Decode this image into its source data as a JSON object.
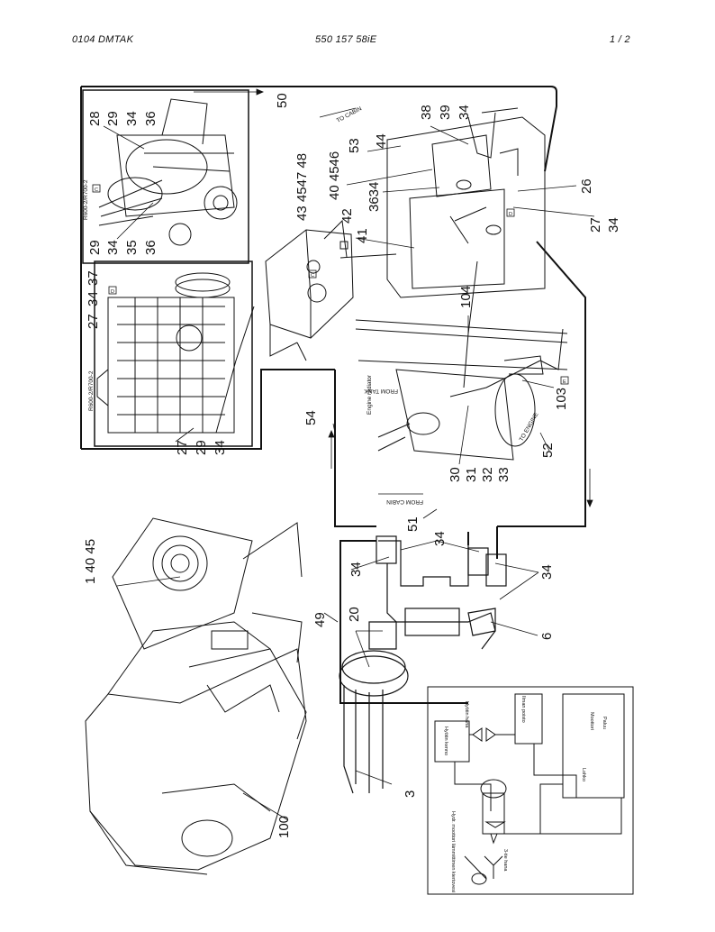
{
  "header": {
    "left": "0104  DMTAK",
    "center": "550 157 58iE",
    "right": "1 /  2"
  },
  "callouts": {
    "c50": "50",
    "c28": "28",
    "c29a": "29",
    "c34a": "34",
    "c36a": "36",
    "c38": "38",
    "c39": "39",
    "c34b": "34",
    "c53": "53",
    "c44": "44",
    "c434547": "43 4547 48",
    "c404546": "40 4546",
    "c3634": "3634",
    "c42": "42",
    "c41": "41",
    "c26": "26",
    "c27a": "27",
    "c34c": "34",
    "c29b": "29",
    "c34d": "34",
    "c35": "35",
    "c36b": "36",
    "c27b": "27",
    "c34e": "34",
    "c37": "37",
    "c104": "104",
    "c103": "103",
    "c54": "54",
    "c27c": "27",
    "c29c": "29",
    "c34f": "34",
    "c30": "30",
    "c31": "31",
    "c32": "32",
    "c33": "33",
    "c52": "52",
    "c51": "51",
    "c1": "1 40 45",
    "c34g": "34",
    "c34h": "34",
    "c34i": "34",
    "c49": "49",
    "c20": "20",
    "c6": "6",
    "c3": "3",
    "c100": "100"
  },
  "labels": {
    "to_cabin": "TO CABIN",
    "from_cabin": "FROM CABIN",
    "from_tank": "FROM TANK",
    "to_engine": "TO ENGINE",
    "engine_radiator": "Engine radiator",
    "engine_code_a": "R600-2/R700-2",
    "engine_code_b": "R600-2/R700-2",
    "box_c": "C",
    "box_d": "D",
    "box_e": "E"
  },
  "schematic": {
    "hyotin_hana": "Hyötin hana",
    "ilman_poisto": "Ilman poisto",
    "hyotin_kenno": "Hyötin kenno",
    "lohko": "Lohko",
    "moottori": "Moottori",
    "paluu": "Paluu",
    "moottorin_lammitin": "Hydr. moottori lämmittimen kiertovesi",
    "kolmitie_hana": "3-tie hana"
  }
}
